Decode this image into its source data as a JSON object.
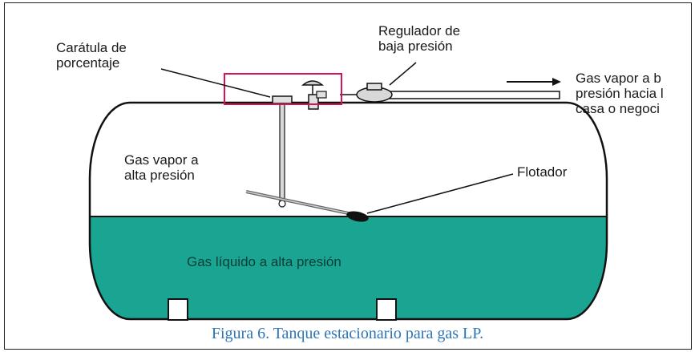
{
  "labels": {
    "dial": "Carátula de\nporcentaje",
    "regulator": "Regulador de\nbaja presión",
    "outlet": "Gas vapor a b\npresión hacia l\ncasa o negoci",
    "vapor": "Gas vapor a\nalta presión",
    "float": "Flotador",
    "liquid": "Gas líquido a alta presión"
  },
  "caption": "Figura 6.  Tanque estacionario para gas LP.",
  "colors": {
    "liquid": "#1aa592",
    "highlight": "#d4145a",
    "caption": "#2e75b6",
    "outline": "#111111"
  }
}
